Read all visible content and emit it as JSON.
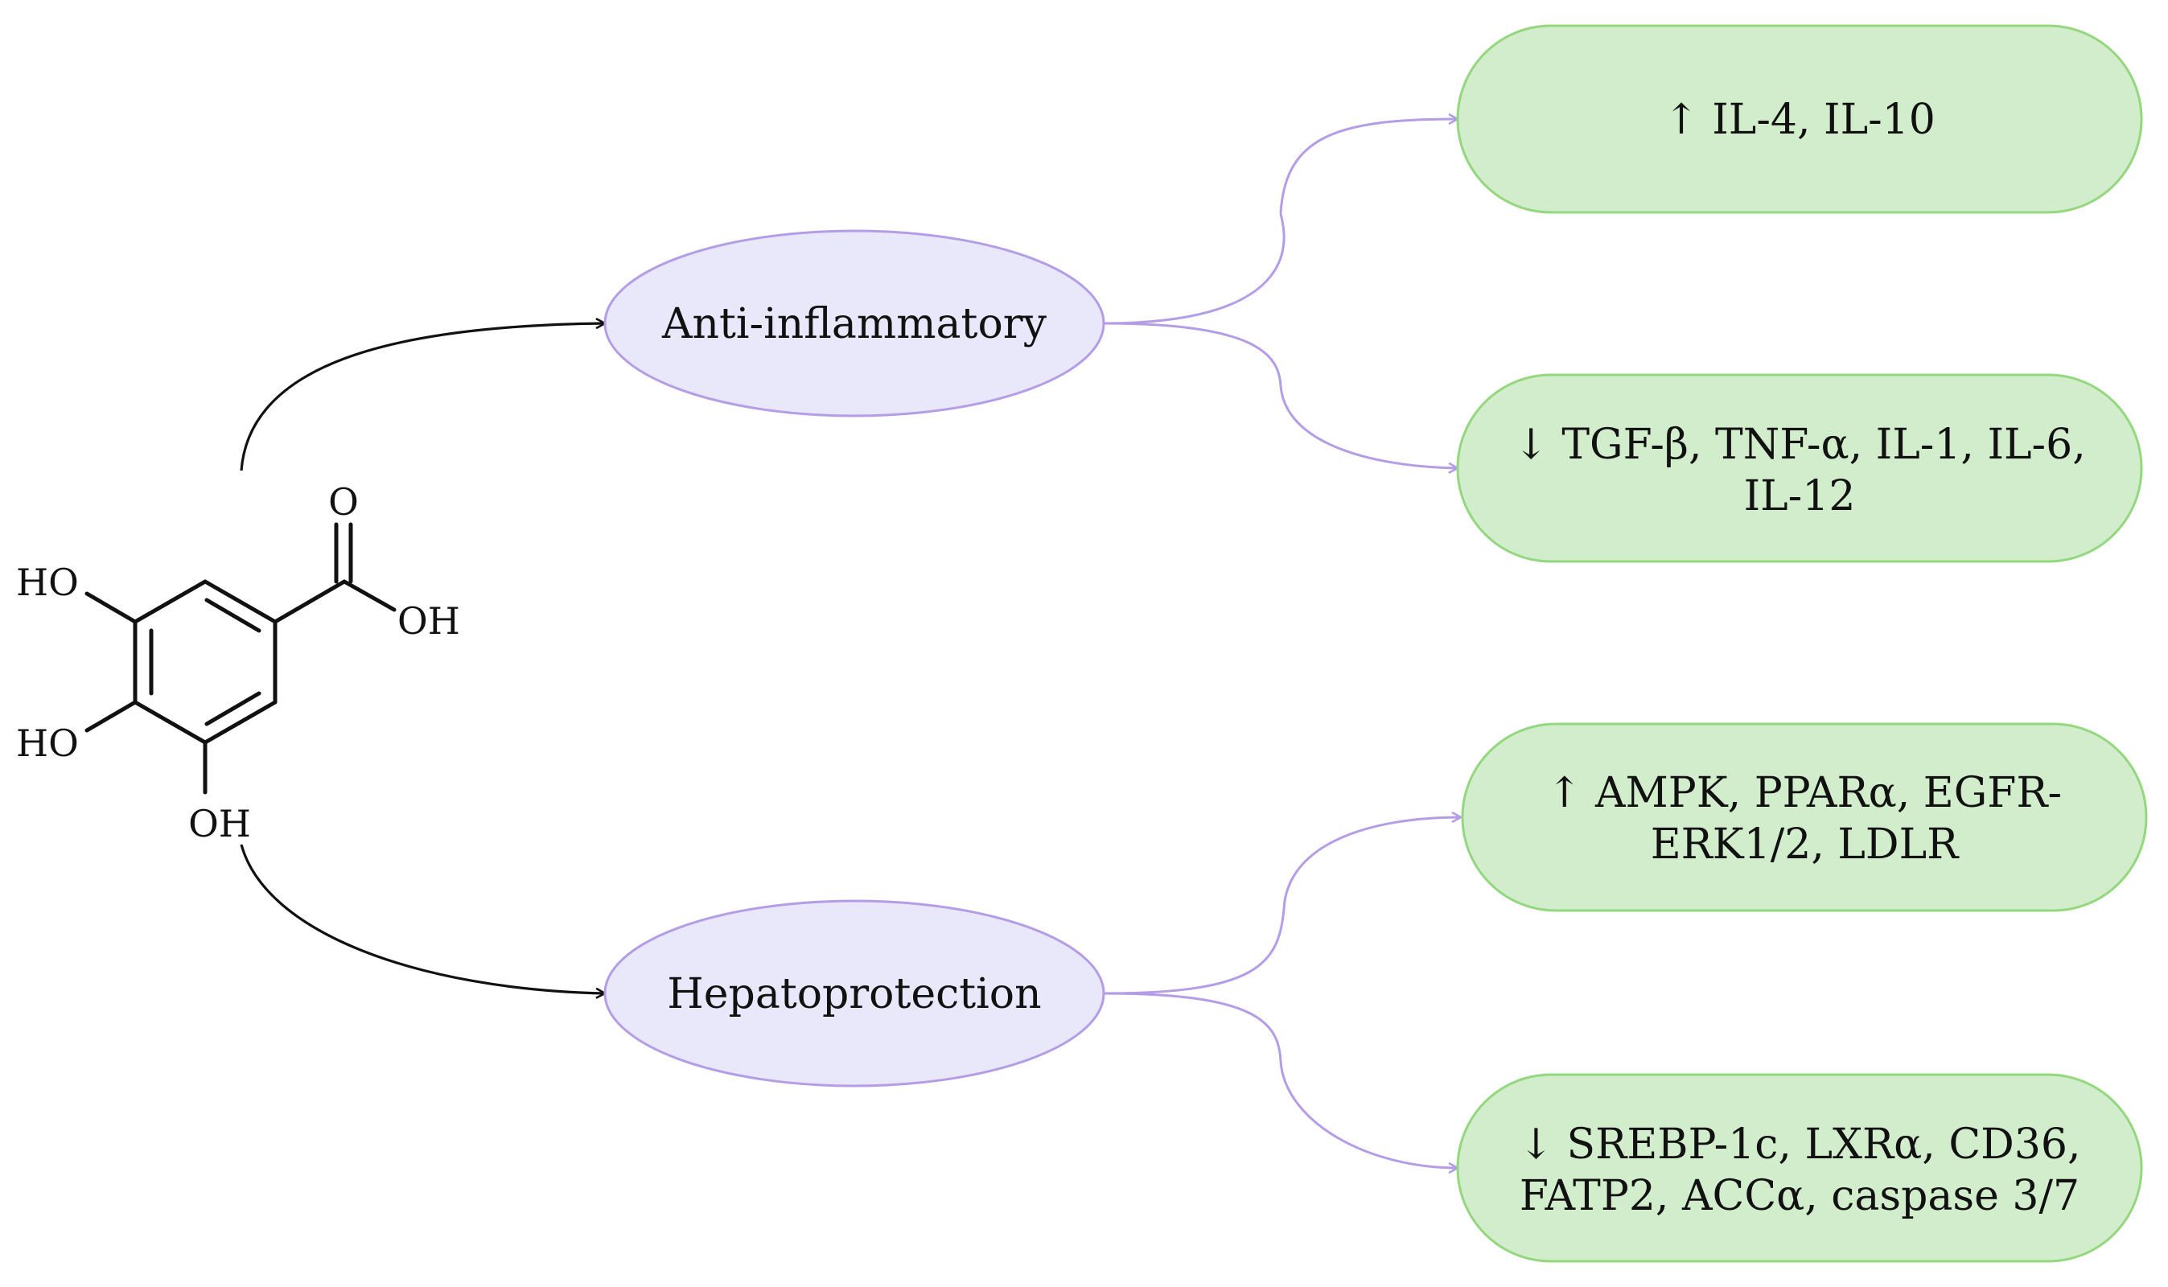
{
  "molecule": {
    "atoms": {
      "carbonyl_o": "O",
      "acid_oh": "OH",
      "ho_top": "HO",
      "ho_middle": "HO",
      "oh_bottom": "OH"
    }
  },
  "effects": [
    {
      "label": "Anti-inflammatory",
      "outcomes": [
        {
          "lines": [
            "↑ IL-4, IL-10"
          ]
        },
        {
          "lines": [
            "↓ TGF-β, TNF-α, IL-1, IL-6,",
            "IL-12"
          ]
        }
      ]
    },
    {
      "label": "Hepatoprotection",
      "outcomes": [
        {
          "lines": [
            "↑ AMPK, PPARα, EGFR-",
            "ERK1/2, LDLR"
          ]
        },
        {
          "lines": [
            "↓ SREBP-1c, LXRα, CD36,",
            "FATP2, ACCα, caspase 3/7"
          ]
        }
      ]
    }
  ],
  "colors": {
    "effect_fill": "#E8E8FA",
    "effect_stroke": "#B59CE6",
    "outcome_fill": "#D2EDCB",
    "outcome_stroke": "#93D77E",
    "branch_arrow": "#B59CE6",
    "main_arrow": "#111111"
  }
}
